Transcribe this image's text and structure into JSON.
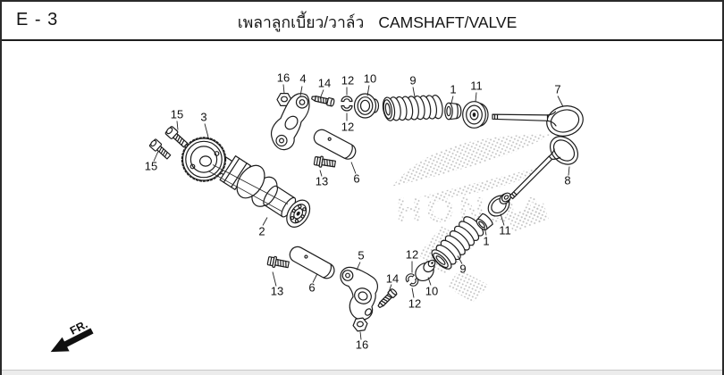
{
  "page": {
    "code": "E - 3",
    "title_thai": "เพลาลูกเบี้ยว/วาล์ว",
    "title_en": "CAMSHAFT/VALVE",
    "direction_label": "FR.",
    "watermark_text": "HONDA"
  },
  "diagram": {
    "callouts": [
      {
        "text": "16"
      },
      {
        "text": "4"
      },
      {
        "text": "14"
      },
      {
        "text": "12"
      },
      {
        "text": "10"
      },
      {
        "text": "9"
      },
      {
        "text": "1"
      },
      {
        "text": "11"
      },
      {
        "text": "7"
      },
      {
        "text": "12"
      },
      {
        "text": "15"
      },
      {
        "text": "3"
      },
      {
        "text": "15"
      },
      {
        "text": "2"
      },
      {
        "text": "13"
      },
      {
        "text": "6"
      },
      {
        "text": "8"
      },
      {
        "text": "13"
      },
      {
        "text": "6"
      },
      {
        "text": "5"
      },
      {
        "text": "14"
      },
      {
        "text": "12"
      },
      {
        "text": "10"
      },
      {
        "text": "12"
      },
      {
        "text": "9"
      },
      {
        "text": "1"
      },
      {
        "text": "11"
      },
      {
        "text": "16"
      }
    ]
  },
  "colors": {
    "line": "#1c1c1c",
    "watermark_dot": "#c2c2c2",
    "background": "#ffffff",
    "border": "#2a2a2a"
  }
}
